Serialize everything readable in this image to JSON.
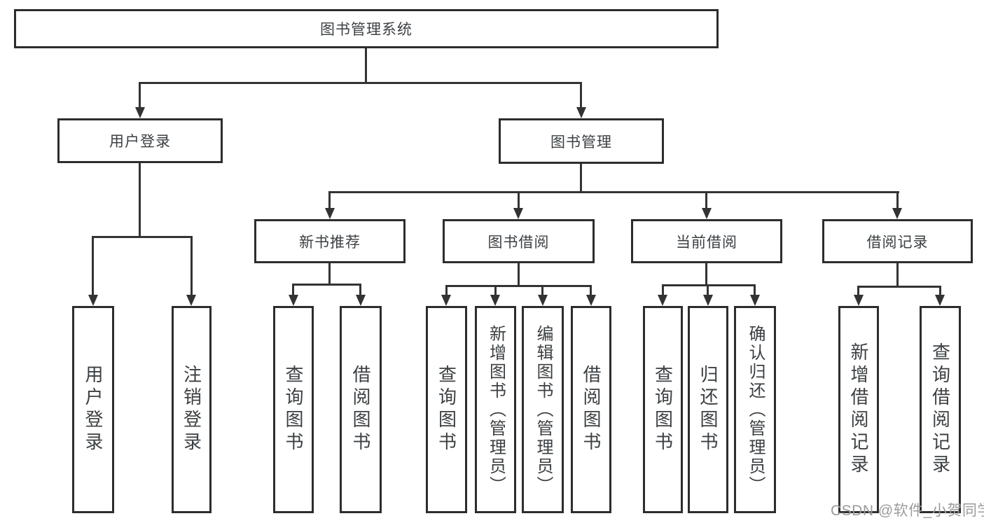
{
  "colors": {
    "line": "#333333",
    "border": "#2d2d2d",
    "text": "#3c4043",
    "watermark": "#9b9b9b",
    "background": "#ffffff"
  },
  "diagram": {
    "root": {
      "label": "图书管理系统"
    },
    "level2": {
      "user_login": {
        "label": "用户登录"
      },
      "book_mgmt": {
        "label": "图书管理"
      }
    },
    "level3": {
      "new_book": {
        "label": "新书推荐"
      },
      "book_borrow": {
        "label": "图书借阅"
      },
      "current_borrow": {
        "label": "当前借阅"
      },
      "borrow_record": {
        "label": "借阅记录"
      }
    },
    "leaves": {
      "user_login_1": {
        "label": "用户登录"
      },
      "user_login_2": {
        "label": "注销登录"
      },
      "new_book_1": {
        "label": "查询图书"
      },
      "new_book_2": {
        "label": "借阅图书"
      },
      "book_borrow_1": {
        "label": "查询图书"
      },
      "book_borrow_2": {
        "label": "新增图书（管理员）"
      },
      "book_borrow_3": {
        "label": "编辑图书（管理员）"
      },
      "book_borrow_4": {
        "label": "借阅图书"
      },
      "current_borrow_1": {
        "label": "查询图书"
      },
      "current_borrow_2": {
        "label": "归还图书"
      },
      "current_borrow_3": {
        "label": "确认归还（管理员）"
      },
      "borrow_record_1": {
        "label": "新增借阅记录"
      },
      "borrow_record_2": {
        "label": "查询借阅记录"
      }
    }
  },
  "watermark": {
    "text": "CSDN @软件_小贺同学"
  }
}
